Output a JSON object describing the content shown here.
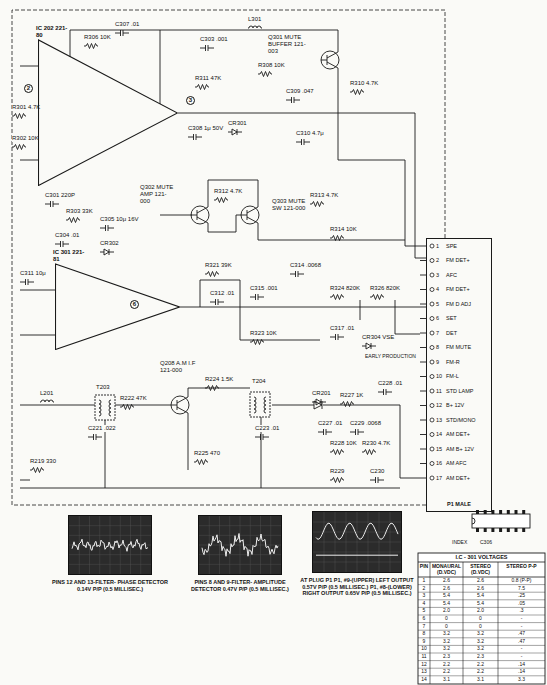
{
  "diagram": {
    "nodes": [
      {
        "text": [
          "IC 202 221-80"
        ]
      },
      {
        "text": [
          "IC 301 221-81"
        ]
      },
      {
        "text": [
          "P1 MALE"
        ]
      },
      {
        "text": [
          "PINS 12 AND 13-FILTER- PHASE DETECTOR 0.14V P/P (0.5 MILLISEC.)"
        ]
      },
      {
        "text": [
          "PINS 8 AND 9-FILTER- AMPLITUDE DETECTOR 0.47V P/P (0.5 MILLISEC.)"
        ]
      },
      {
        "text": [
          "AT PLUG P1 P1, #9-(UPPER) LEFT OUTPUT 0.57V P/P (0.5 MILLISEC.) P1, #8-(LOWER) RIGHT OUTPUT 0.65V P/P (0.5 MILLISEC.)"
        ]
      }
    ],
    "edges": [
      {
        "from": 0,
        "to": 2,
        "arrow": "none"
      },
      {
        "from": 1,
        "to": 2,
        "arrow": "none"
      }
    ],
    "labels": [
      "2",
      "3",
      "6",
      "R306 10K",
      "C307 .01",
      "L301",
      "C303 .001",
      "R308 10K",
      "R310 4.7K",
      "C309 .047",
      "R311 47K",
      "C308 1μ 50V",
      "CR301",
      "C310 4.7μ",
      "R301 4.7K",
      "C301 220P",
      "R302 10K",
      "R303 33K",
      "C305 10μ 16V",
      "C304 .01",
      "R312 4.7K",
      "R313 4.7K",
      "R314 10K",
      "Q301 MUTE BUFFER 121-003",
      "Q302 MUTE AMP 121-000",
      "Q303 MUTE SW 121-000",
      "C311 10μ",
      "R321 39K",
      "C314 .0068",
      "R324 820K",
      "R326 820K",
      "C315 .001",
      "R323 10K",
      "C317 .01",
      "CR304 VSE",
      "C312 .01",
      "Q208 A.M I.F 121-000",
      "L201",
      "T203",
      "C221 .022",
      "R222 47K",
      "R224 1.5K",
      "T204",
      "CR201",
      "C227 .01",
      "R227 1K",
      "C228 .01",
      "C229 .0068",
      "R219 330",
      "R225 470",
      "R228 10K",
      "R230 4.7K",
      "C223 .01",
      "R229",
      "C230",
      "CR302",
      "1",
      "2",
      "3",
      "4",
      "5",
      "6",
      "7",
      "8",
      "9",
      "10",
      "11",
      "12",
      "13",
      "14",
      "15",
      "16",
      "17",
      "SPE",
      "FM DET+",
      "AFC",
      "FM DET+",
      "FM D ADJ",
      "SET",
      "DET",
      "FM MUTE",
      "FM-R",
      "FM-L",
      "STD LAMP",
      "B+ 12V",
      "STD/MONO",
      "AM DET+",
      "AM B+ 12V",
      "AM AFC",
      "AM DET+",
      "EARLY PRODUCTION",
      "INDEX",
      "C306",
      "I.C - 301 VOLTAGES",
      "PIN",
      "MONAURAL (D.VDC)",
      "STEREO (D.VDC)",
      "STEREO P-P",
      "1",
      "2.6",
      "2.6",
      "0.8 (P-P)",
      "2",
      "2.6",
      "2.6",
      "7.5",
      "3",
      "5.4",
      "5.4",
      ".25",
      "4",
      "5.4",
      "5.4",
      ".05",
      "5",
      "2.0",
      "2.0",
      ".3",
      "6",
      "0",
      "0",
      "-",
      "7",
      "0",
      "0",
      "-",
      "8",
      "3.2",
      "3.2",
      ".47",
      "9",
      "3.2",
      "3.2",
      ".47",
      "10",
      "3.2",
      "3.2",
      "-",
      "11",
      "2.3",
      "2.3",
      "-",
      "12",
      "2.2",
      "2.2",
      ".14",
      "13",
      "2.2",
      "2.2",
      ".14",
      "14",
      "3.1",
      "3.1",
      "3.3"
    ]
  }
}
